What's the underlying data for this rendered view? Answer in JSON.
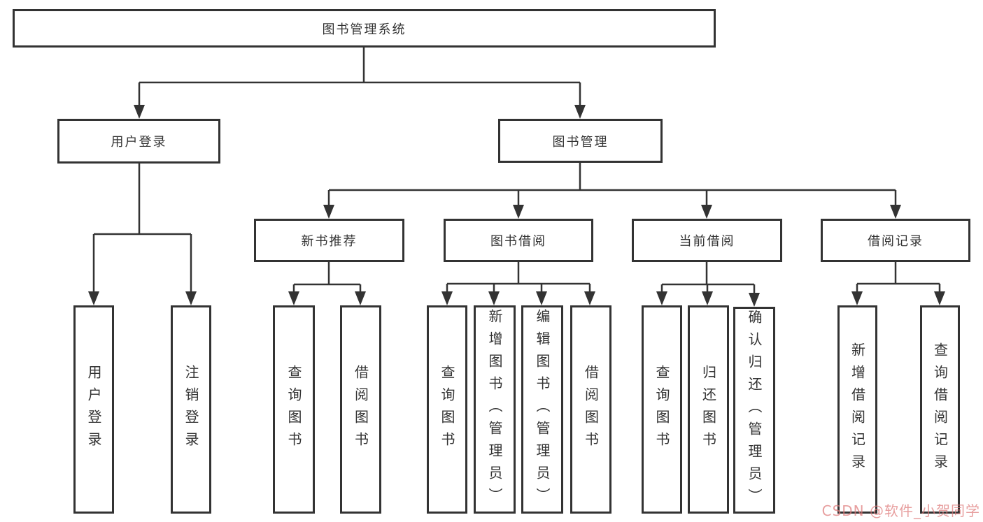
{
  "tree": {
    "label": "图书管理系统",
    "children": [
      {
        "label": "用户登录",
        "children": [
          {
            "label": "用户登录"
          },
          {
            "label": "注销登录"
          }
        ]
      },
      {
        "label": "图书管理",
        "children": [
          {
            "label": "新书推荐",
            "children": [
              {
                "label": "查询图书"
              },
              {
                "label": "借阅图书"
              }
            ]
          },
          {
            "label": "图书借阅",
            "children": [
              {
                "label": "查询图书"
              },
              {
                "label": "新增图书（管理员）"
              },
              {
                "label": "编辑图书（管理员）"
              },
              {
                "label": "借阅图书"
              }
            ]
          },
          {
            "label": "当前借阅",
            "children": [
              {
                "label": "查询图书"
              },
              {
                "label": "归还图书"
              },
              {
                "label": "确认归还（管理员）"
              }
            ]
          },
          {
            "label": "借阅记录",
            "children": [
              {
                "label": "新增借阅记录"
              },
              {
                "label": "查询借阅记录"
              }
            ]
          }
        ]
      }
    ]
  },
  "watermark": {
    "text": "CSDN @软件_小贺同学"
  },
  "colors": {
    "line": "#333333",
    "box_background": "#ffffff",
    "text": "#333333",
    "watermark": "#de7878"
  }
}
